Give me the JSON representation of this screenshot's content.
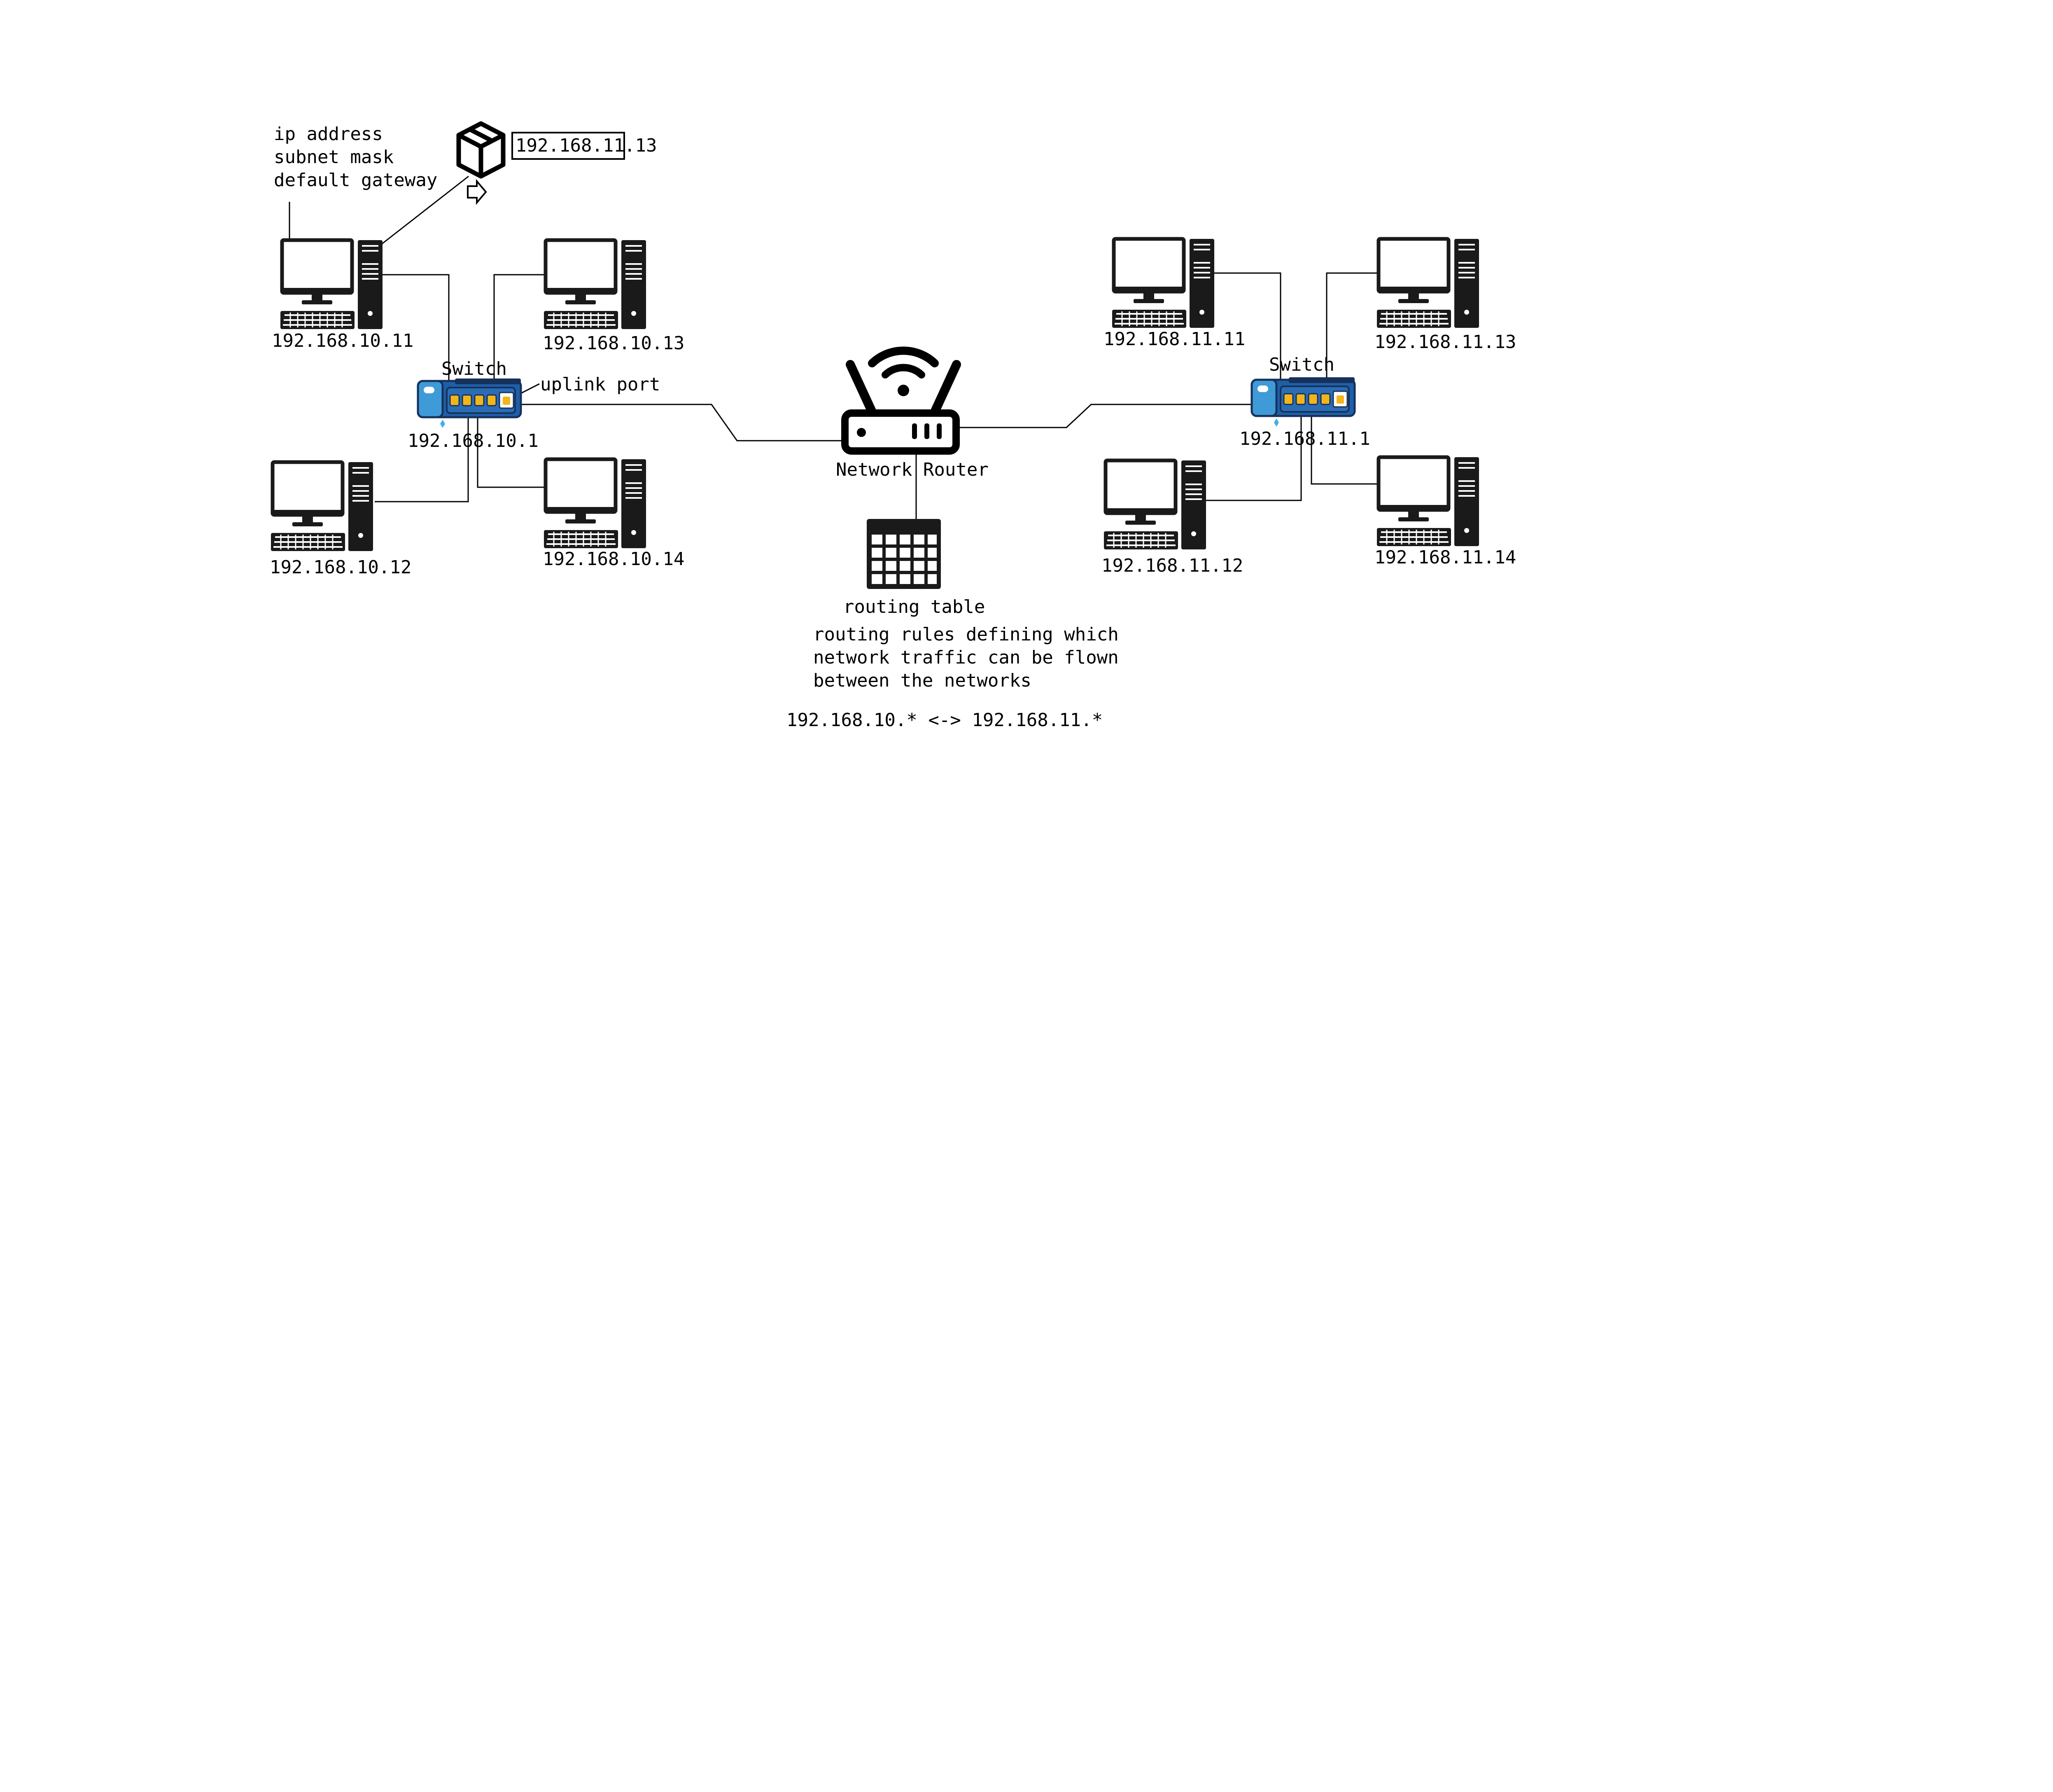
{
  "annotations": {
    "packet_fields": [
      "ip address",
      "subnet mask",
      "default gateway"
    ],
    "packet_dest_highlight": "192.168.11",
    "packet_dest_suffix": ".13",
    "uplink_port": "uplink port"
  },
  "router": {
    "label": "Network Router"
  },
  "routing_table": {
    "label": "routing table",
    "description": [
      "routing rules defining which",
      "network traffic can be flown",
      "between the networks"
    ],
    "rule": "192.168.10.* <-> 192.168.11.*"
  },
  "left_network": {
    "switch_label": "Switch",
    "switch_ip": "192.168.10.1",
    "pcs": [
      "192.168.10.11",
      "192.168.10.12",
      "192.168.10.13",
      "192.168.10.14"
    ]
  },
  "right_network": {
    "switch_label": "Switch",
    "switch_ip": "192.168.11.1",
    "pcs": [
      "192.168.11.11",
      "192.168.11.12",
      "192.168.11.13",
      "192.168.11.14"
    ]
  },
  "colors": {
    "switch_body": "#1f5fa8",
    "switch_side": "#3f9ad8",
    "switch_port": "#f2b51c",
    "line": "#000000"
  }
}
